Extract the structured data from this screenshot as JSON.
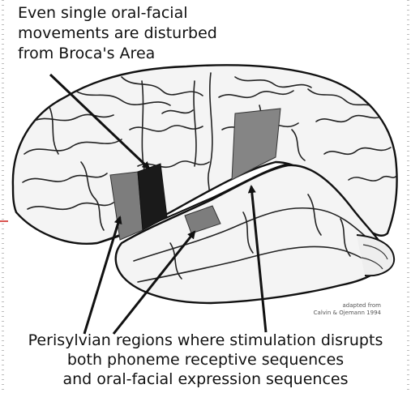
{
  "callout_top": {
    "lines": [
      "Even single oral-facial",
      "movements are disturbed",
      "from Broca's Area"
    ]
  },
  "callout_bottom": {
    "lines": [
      "Perisylvian regions where stimulation disrupts",
      "both phoneme receptive sequences",
      "and oral-facial expression sequences"
    ]
  },
  "credit": {
    "line1": "adapted from",
    "line2": "Calvin & Ojemann 1994"
  },
  "colors": {
    "ink": "#111111",
    "region_light": "#7d7d7d",
    "region_mid": "#4a4a4a",
    "region_dark": "#1a1a1a",
    "brain_fill": "#f4f4f4",
    "accent_tick": "#d9534f"
  }
}
